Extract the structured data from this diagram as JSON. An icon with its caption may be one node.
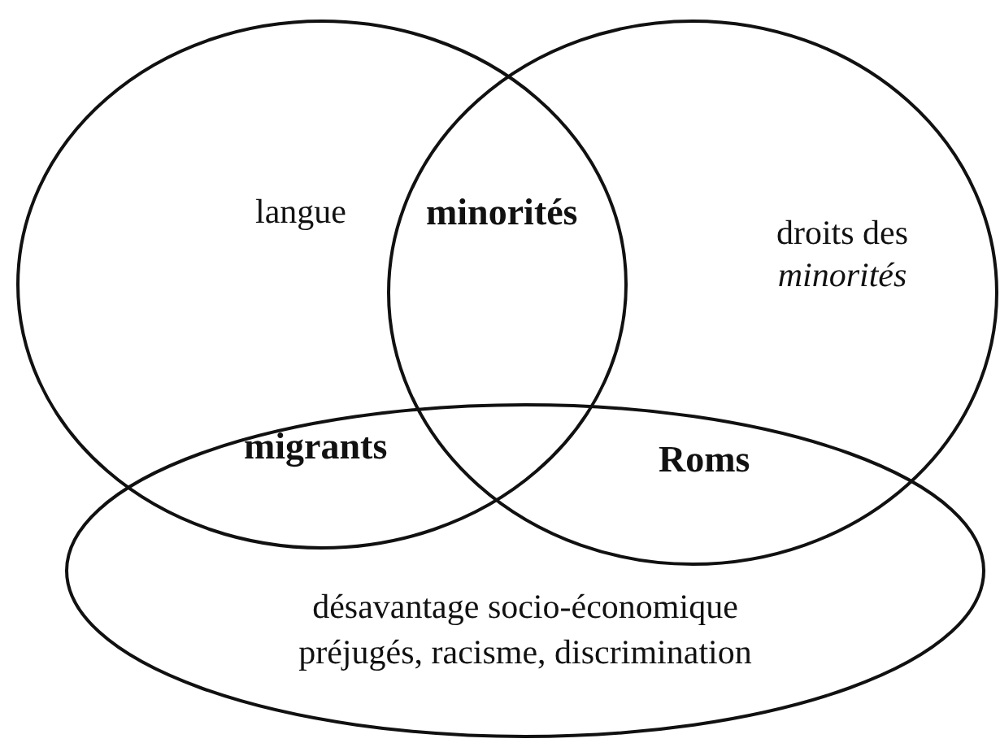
{
  "diagram": {
    "nodes": [
      {
        "text": [
          "langue"
        ]
      },
      {
        "text": [
          "droits des *minorités*"
        ]
      },
      {
        "text": [
          "désavantage socio-économique",
          "préjugés, racisme, discrimination"
        ]
      }
    ],
    "labels": [
      "minorités",
      "migrants",
      "Roms"
    ]
  }
}
